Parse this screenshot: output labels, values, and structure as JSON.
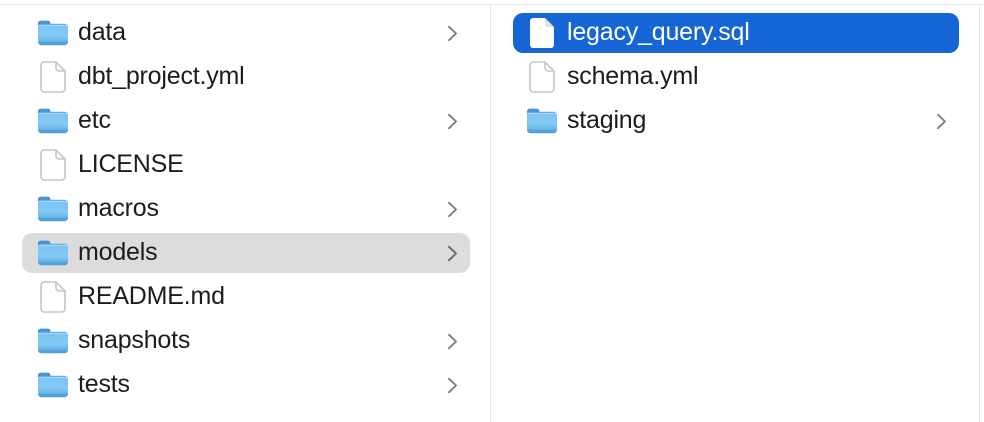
{
  "colors": {
    "selection_active": "#1565d6",
    "selection_inactive": "#dcdcdc",
    "selected_text": "#ffffff",
    "text": "#1c1c1e",
    "divider": "#e6e6e6",
    "chevron": "#7d7d7d",
    "folder_blue_light": "#84caf5",
    "folder_blue_dark": "#4f9cd4",
    "doc_border": "#c5c5c5"
  },
  "columns": [
    {
      "name": "left",
      "items": [
        {
          "label": "data",
          "type": "folder",
          "chevron": true,
          "selected": false
        },
        {
          "label": "dbt_project.yml",
          "type": "file",
          "chevron": false,
          "selected": false
        },
        {
          "label": "etc",
          "type": "folder",
          "chevron": true,
          "selected": false
        },
        {
          "label": "LICENSE",
          "type": "file",
          "chevron": false,
          "selected": false
        },
        {
          "label": "macros",
          "type": "folder",
          "chevron": true,
          "selected": false
        },
        {
          "label": "models",
          "type": "folder",
          "chevron": true,
          "selected": true,
          "selection": "inactive"
        },
        {
          "label": "README.md",
          "type": "file",
          "chevron": false,
          "selected": false
        },
        {
          "label": "snapshots",
          "type": "folder",
          "chevron": true,
          "selected": false
        },
        {
          "label": "tests",
          "type": "folder",
          "chevron": true,
          "selected": false
        }
      ]
    },
    {
      "name": "right",
      "items": [
        {
          "label": "legacy_query.sql",
          "type": "file",
          "chevron": false,
          "selected": true,
          "selection": "active"
        },
        {
          "label": "schema.yml",
          "type": "file",
          "chevron": false,
          "selected": false
        },
        {
          "label": "staging",
          "type": "folder",
          "chevron": true,
          "selected": false
        }
      ]
    }
  ]
}
